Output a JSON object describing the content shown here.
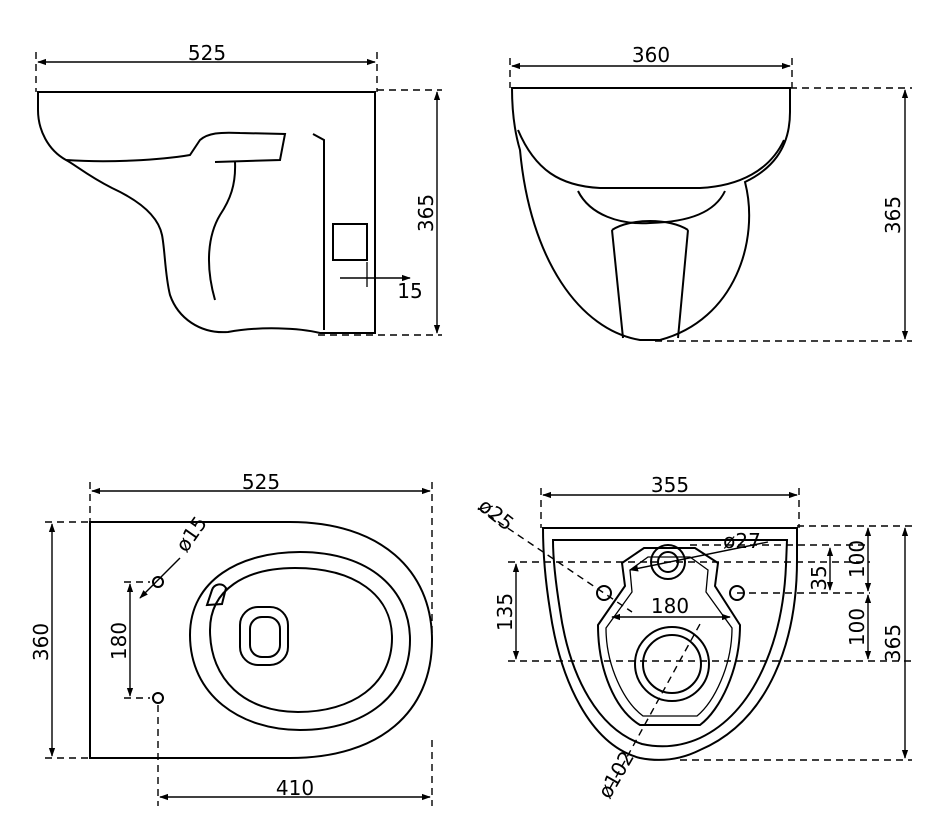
{
  "colors": {
    "line": "#000000",
    "background": "#ffffff"
  },
  "views": {
    "side": {
      "width_label": "525",
      "height_label": "365",
      "offset_label": "15"
    },
    "front": {
      "width_label": "360",
      "height_label": "365"
    },
    "top": {
      "width_label": "525",
      "depth_label": "360",
      "fixing_hole_label": "ø15",
      "fixing_spacing_label": "180",
      "outlet_distance_label": "410"
    },
    "rear": {
      "width_label": "355",
      "fixing_hole_label": "ø25",
      "inlet_label": "ø27",
      "fixing_spacing_label": "180",
      "outlet_label": "ø102",
      "fixing_height_label": "135",
      "upper_right_label": "100",
      "inlet_offset_label": "35",
      "lower_right_label": "100",
      "total_height_label": "365"
    }
  }
}
